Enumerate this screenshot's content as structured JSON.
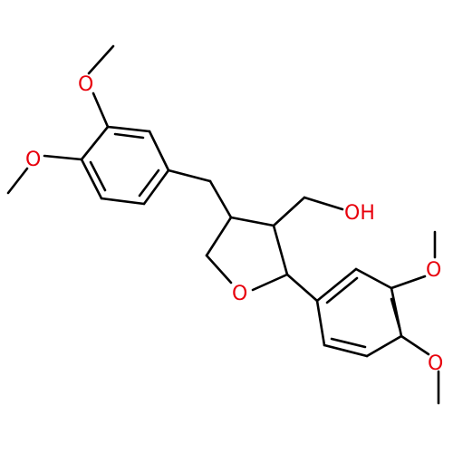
{
  "molecule": {
    "atom_labels": {
      "o_methoxy_1": "O",
      "o_methoxy_2": "O",
      "o_ring": "O",
      "o_methoxy_3": "O",
      "o_methoxy_4": "O",
      "hydroxyl": "OH"
    },
    "colors": {
      "bond": "#000000",
      "oxygen": "#e8000c",
      "background": "#ffffff"
    }
  }
}
